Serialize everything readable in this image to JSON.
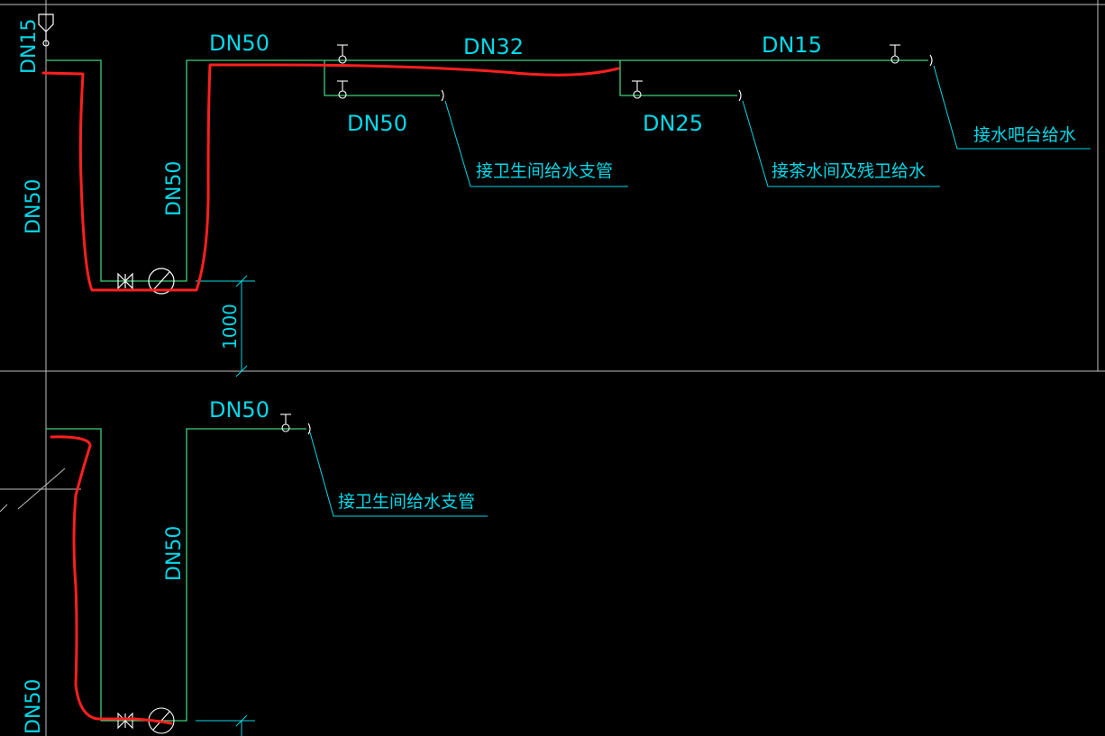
{
  "colors": {
    "background": "#000000",
    "pipe": "#3fcf7a",
    "annotation": "#00d8e8",
    "grid": "#bfbfbf",
    "markup": "#ff1f1f",
    "symbol": "#ffffff"
  },
  "labels": {
    "top_riser_left": "DN15",
    "top_main_left_riser": "DN50",
    "top_main_right_riser": "DN50",
    "top_main_dn50_top": "DN50",
    "top_main_dn32": "DN32",
    "top_main_dn15": "DN15",
    "branch1_size": "DN50",
    "branch2_size": "DN25",
    "branch1_note": "接卫生间给水支管",
    "branch2_note": "接茶水间及残卫给水",
    "branch3_note": "接水吧台给水",
    "dimension_1000": "1000",
    "bottom_dn50_top": "DN50",
    "bottom_dn50_riser": "DN50",
    "bottom_dn50_left": "DN50",
    "bottom_branch_note": "接卫生间给水支管"
  }
}
